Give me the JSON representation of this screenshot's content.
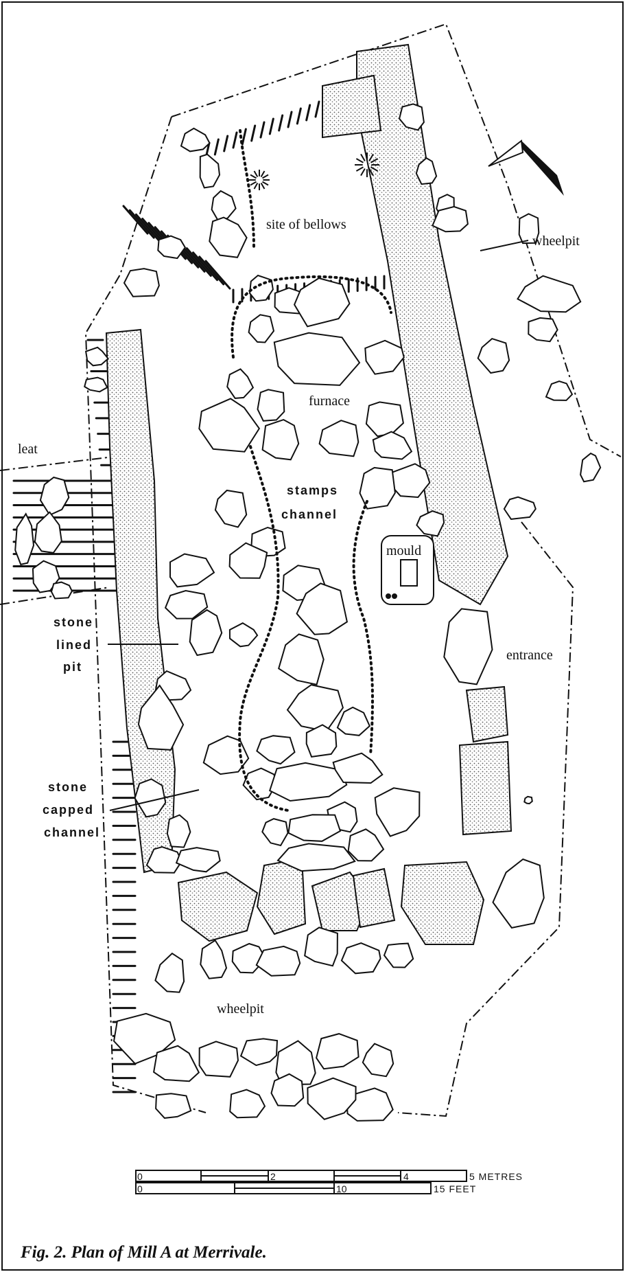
{
  "figure": {
    "caption": "Fig. 2. Plan of Mill A at Merrivale."
  },
  "labels": {
    "site_of_bellows": "site of bellows",
    "wheelpit_top": "wheelpit",
    "furnace": "furnace",
    "leat": "leat",
    "stamps": "stamps",
    "channel": "channel",
    "mould": "mould",
    "stone_lined_1": "stone",
    "stone_lined_2": "lined",
    "stone_lined_3": "pit",
    "entrance": "entrance",
    "stone_capped_1": "stone",
    "stone_capped_2": "capped",
    "stone_capped_3": "channel",
    "wheelpit_bottom": "wheelpit"
  },
  "scale": {
    "metres_ticks": [
      "0",
      "2",
      "4",
      "5 METRES"
    ],
    "feet_ticks": [
      "0",
      "10",
      "15 FEET"
    ]
  },
  "icons": {
    "north": "north-arrow-icon"
  },
  "colors": {
    "ink": "#111111",
    "paper": "#ffffff",
    "stipple": "#9a9a9a"
  }
}
